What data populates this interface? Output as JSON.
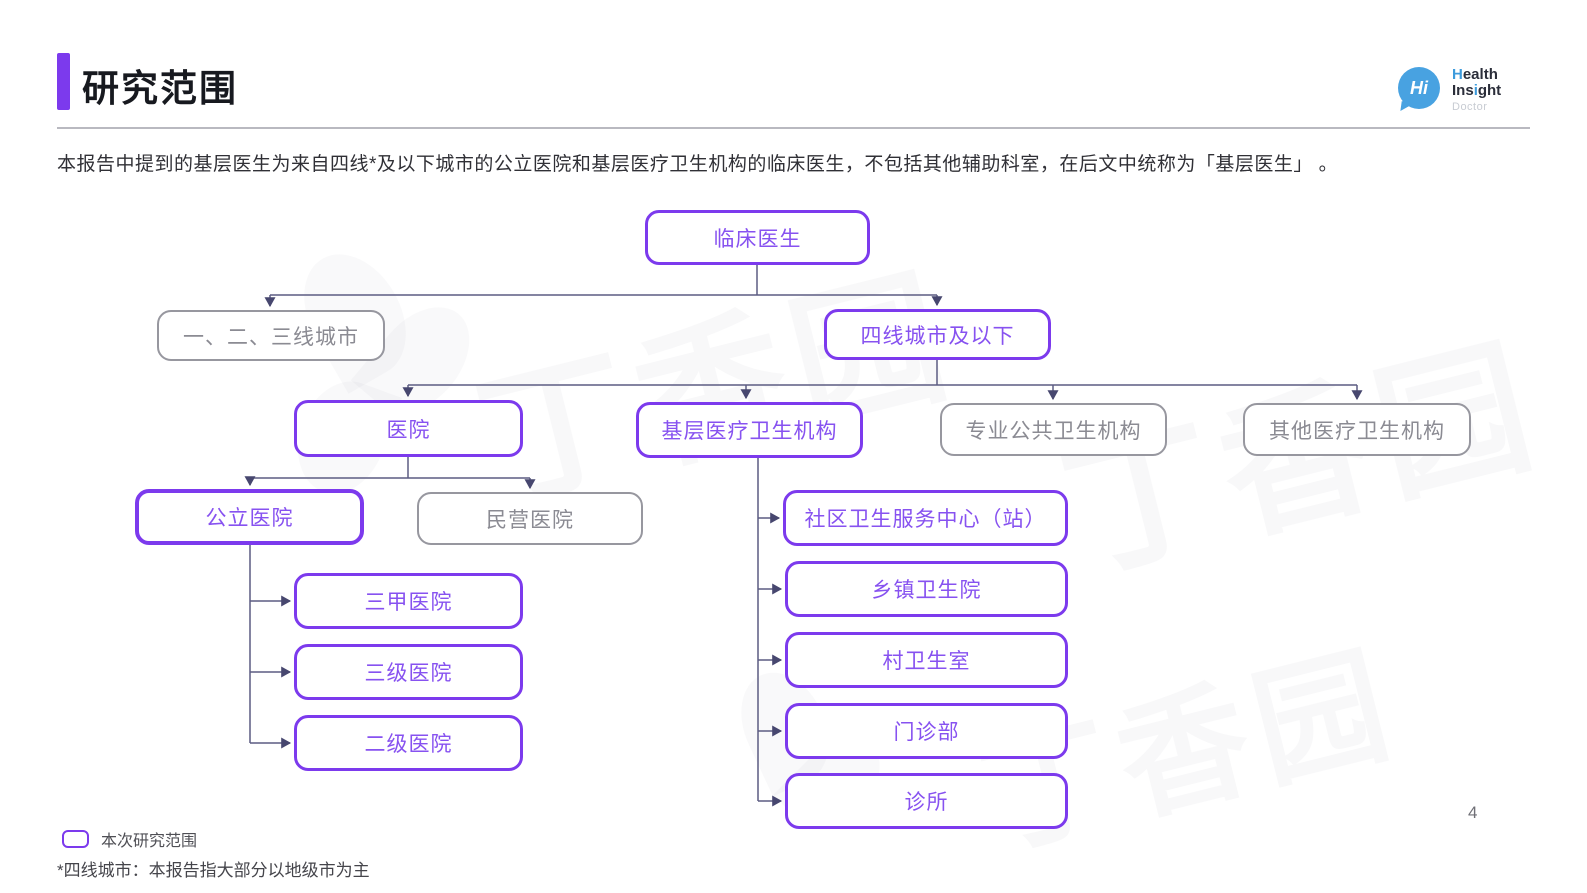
{
  "page": {
    "title": "研究范围",
    "description": "本报告中提到的基层医生为来自四线*及以下城市的公立医院和基层医疗卫生机构的临床医生，不包括其他辅助科室，在后文中统称为「基层医生」 。",
    "footnote": "*四线城市：本报告指大部分以地级市为主",
    "page_number": "4",
    "legend_label": "本次研究范围"
  },
  "logo": {
    "bubble_text": "Hi",
    "health_accent": "H",
    "health_rest": "ealth",
    "insight_pre": "Ins",
    "insight_accent": "i",
    "insight_post": "ght",
    "doctor": "Doctor"
  },
  "watermark": {
    "text": "丁香园"
  },
  "colors": {
    "accent_purple": "#7C3AED",
    "purple_text": "#8752F0",
    "out_of_scope_gray": "#97979F",
    "connector": "#5C5C82",
    "logo_blue": "#48A2E1"
  },
  "diagram": {
    "nodes": {
      "clinical": {
        "label": "临床医生",
        "in_scope": true
      },
      "tier123": {
        "label": "一、二、三线城市",
        "in_scope": false
      },
      "tier4": {
        "label": "四线城市及以下",
        "in_scope": true
      },
      "hospital": {
        "label": "医院",
        "in_scope": true
      },
      "primary_care": {
        "label": "基层医疗卫生机构",
        "in_scope": true
      },
      "public_health": {
        "label": "专业公共卫生机构",
        "in_scope": false
      },
      "other_inst": {
        "label": "其他医疗卫生机构",
        "in_scope": false
      },
      "public_hosp": {
        "label": "公立医院",
        "in_scope": true
      },
      "private_hosp": {
        "label": "民营医院",
        "in_scope": false
      },
      "grade3a": {
        "label": "三甲医院",
        "in_scope": true
      },
      "grade3": {
        "label": "三级医院",
        "in_scope": true
      },
      "grade2": {
        "label": "二级医院",
        "in_scope": true
      },
      "community": {
        "label": "社区卫生服务中心（站）",
        "in_scope": true
      },
      "township": {
        "label": "乡镇卫生院",
        "in_scope": true
      },
      "village": {
        "label": "村卫生室",
        "in_scope": true
      },
      "outpatient": {
        "label": "门诊部",
        "in_scope": true
      },
      "clinic": {
        "label": "诊所",
        "in_scope": true
      }
    }
  }
}
